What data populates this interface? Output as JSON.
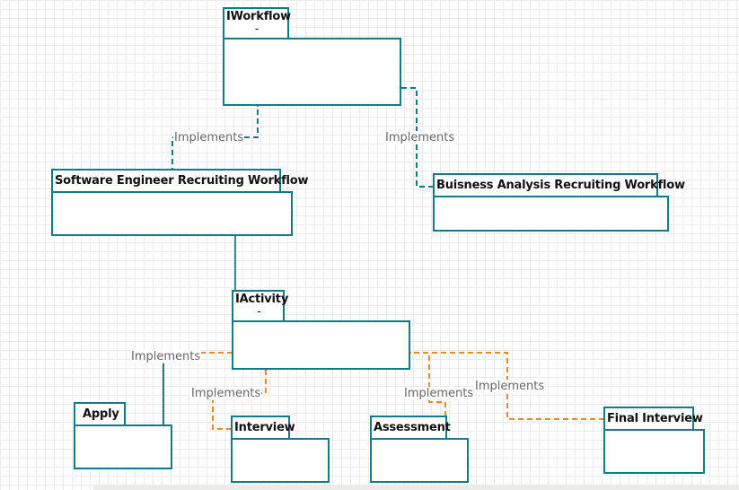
{
  "colors": {
    "package_border": "#137a87",
    "implements_teal": "#137a87",
    "implements_orange": "#e8892a",
    "label_text": "#666666"
  },
  "packages": {
    "iworkflow": {
      "name": "IWorkflow",
      "stereotype": "-"
    },
    "se_workflow": {
      "name": "Software Engineer Recruiting Workflow"
    },
    "ba_workflow": {
      "name": "Buisness Analysis Recruiting Workflow"
    },
    "iactivity": {
      "name": "IActivity",
      "stereotype": "-"
    },
    "apply": {
      "name": "Apply"
    },
    "interview": {
      "name": "Interview"
    },
    "assessment": {
      "name": "Assessment"
    },
    "final_interview": {
      "name": "Final Interview"
    }
  },
  "edges": {
    "se_implements": "Implements",
    "ba_implements": "Implements",
    "apply_implements": "Implements",
    "interview_implements": "Implements",
    "assessment_implements": "Implements",
    "final_implements": "Implements"
  }
}
